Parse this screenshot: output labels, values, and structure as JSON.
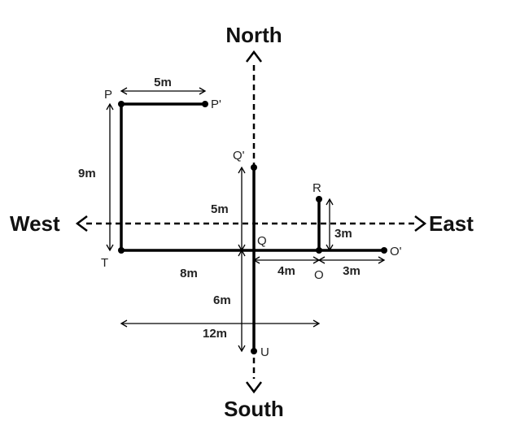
{
  "directions": {
    "north": "North",
    "south": "South",
    "west": "West",
    "east": "East"
  },
  "points": {
    "P": "P",
    "P_prime": "P'",
    "T": "T",
    "Q": "Q",
    "Q_prime": "Q'",
    "R": "R",
    "O": "O",
    "O_prime": "O'",
    "U": "U"
  },
  "distances": {
    "pp_prime": "5m",
    "pt": "9m",
    "tq": "8m",
    "qq_prime": "5m",
    "ro": "3m",
    "qo": "4m",
    "oo_prime": "3m",
    "qu": "6m",
    "tu_span": "12m"
  }
}
